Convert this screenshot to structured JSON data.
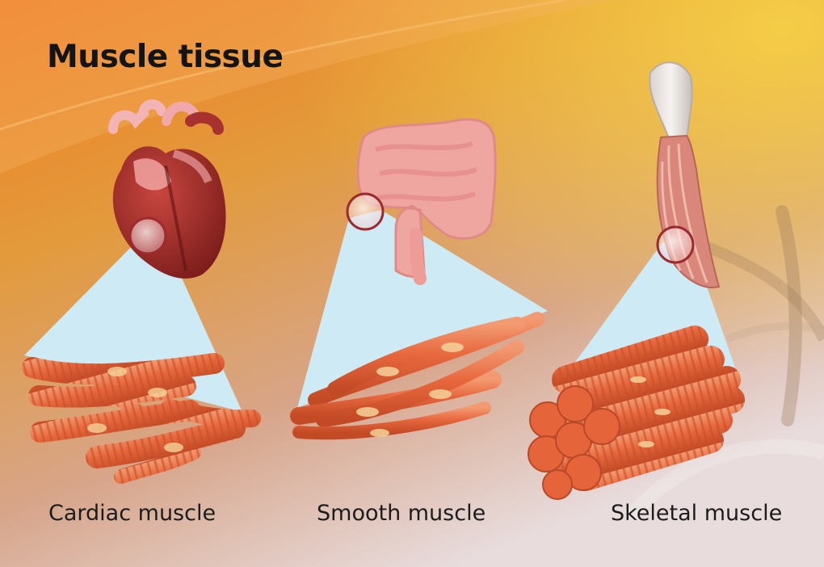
{
  "title": "Muscle tissue",
  "panels": [
    {
      "label": "Cardiac muscle",
      "organ_icon": "heart-icon"
    },
    {
      "label": "Smooth muscle",
      "organ_icon": "intestine-icon"
    },
    {
      "label": "Skeletal muscle",
      "organ_icon": "tendon-muscle-icon"
    }
  ],
  "colors": {
    "background_top": "#F07A28",
    "background_bottom": "#E8DCDD",
    "zoom_cone": "#CDEAF5",
    "muscle_fiber": "#E8683E",
    "heart": "#A6322E",
    "intestine": "#F0A6A0"
  }
}
